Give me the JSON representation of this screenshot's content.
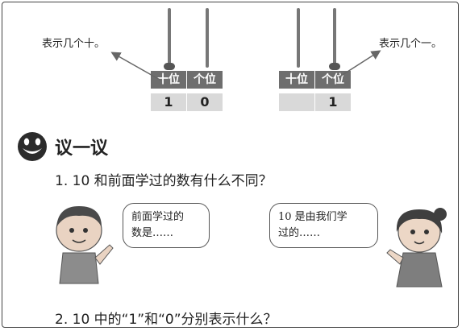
{
  "abacus_left": {
    "caption": "表示几个十。",
    "header_tens": "十位",
    "header_ones": "个位",
    "value_tens": "1",
    "value_ones": "0"
  },
  "abacus_right": {
    "caption": "表示几个一。",
    "header_tens": "十位",
    "header_ones": "个位",
    "value_tens": "",
    "value_ones": "1"
  },
  "section": {
    "title": "议一议",
    "icon": "smiley-face-icon"
  },
  "questions": [
    {
      "text": "1. 10 和前面学过的数有什么不同？"
    },
    {
      "text": "2. 10 中的“1”和“0”分别表示什么？"
    }
  ],
  "speech_boy": {
    "line1": "前面学过的",
    "line2": "数是……"
  },
  "speech_girl": {
    "line1": "10 是由我们学",
    "line2": "过的……"
  }
}
